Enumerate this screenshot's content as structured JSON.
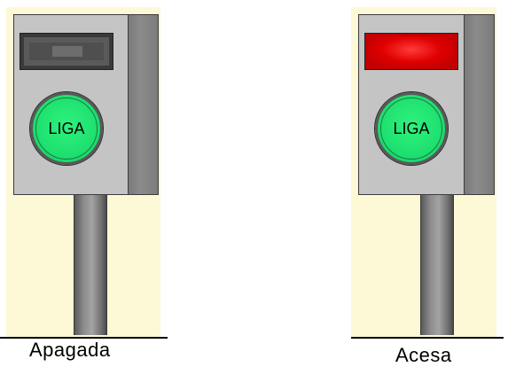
{
  "lamps": [
    {
      "button_label": "LIGA",
      "caption": "Apagada",
      "state": "off",
      "lamp_color": "#4f4f4f"
    },
    {
      "button_label": "LIGA",
      "caption": "Acesa",
      "state": "on",
      "lamp_color": "#e00000"
    }
  ],
  "colors": {
    "background": "#fdf8d6",
    "button": "#1ee070",
    "housing": "#c4c4c4"
  }
}
